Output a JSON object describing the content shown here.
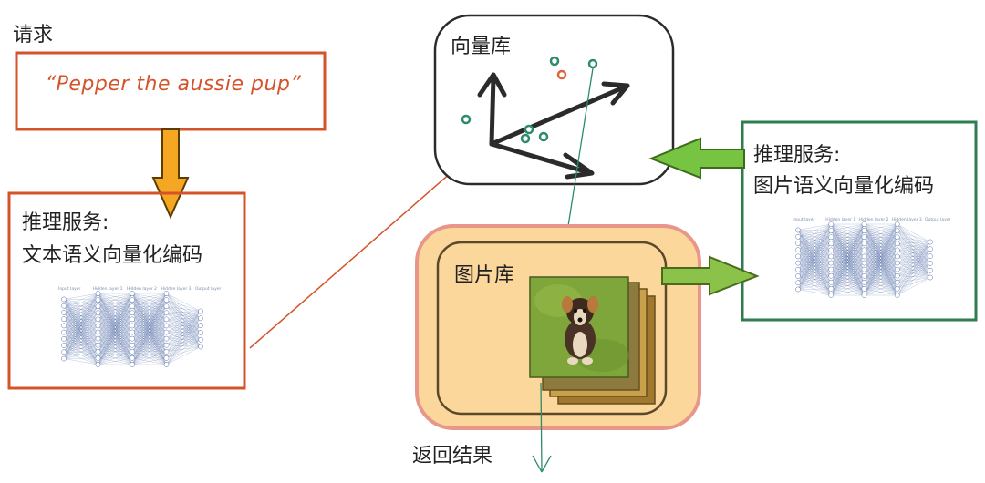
{
  "request": {
    "label": "请求",
    "query_text": "“Pepper the aussie pup”"
  },
  "text_service": {
    "line1": "推理服务:",
    "line2": "文本语义向量化编码"
  },
  "vector_db": {
    "label": "向量库"
  },
  "image_db": {
    "label": "图片库"
  },
  "image_service": {
    "line1": "推理服务:",
    "line2": "图片语义向量化编码"
  },
  "result": {
    "label": "返回结果"
  },
  "nn_layers": [
    "Input layer",
    "Hidden layer 1",
    "Hidden layer 2",
    "Hidden layer 3",
    "Output layer"
  ],
  "colors": {
    "request_border": "#d5532a",
    "text_service_border": "#d5532a",
    "image_service_border": "#2e7d4f",
    "vector_db_border": "#2b2b2b",
    "image_db_fill": "#fbd79b",
    "image_db_border": "#e9968a",
    "down_arrow": "#f5a623",
    "green_arrow": "#76c442",
    "point_green": "#2e8b6a",
    "point_red": "#e0643a"
  }
}
